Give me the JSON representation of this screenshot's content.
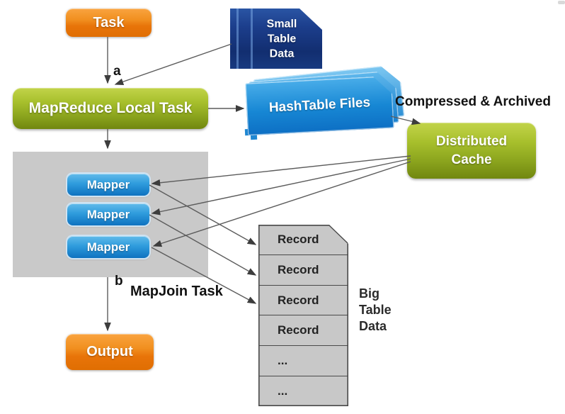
{
  "diagram": {
    "nodes": {
      "task": "Task",
      "small_table_data": "Small Table Data",
      "mapreduce_local_task": "MapReduce Local Task",
      "hashtable_files": "HashTable Files",
      "distributed_cache": "Distributed Cache",
      "mappers": [
        "Mapper",
        "Mapper",
        "Mapper"
      ],
      "big_table": {
        "rows": [
          "Record",
          "Record",
          "Record",
          "Record",
          "...",
          "..."
        ],
        "label": "Big Table Data"
      },
      "output": "Output"
    },
    "labels": {
      "step_a": "a",
      "step_b": "b",
      "mapjoin_task": "MapJoin Task",
      "compressed_archived": "Compressed & Archived"
    },
    "colors": {
      "orange": "#ee7b08",
      "olive_green": "#93ab1e",
      "bright_blue": "#1787d4",
      "navy_blue": "#16377d",
      "container_gray": "#c9c9c9",
      "record_gray": "#c8c8c8",
      "arrow_gray": "#555555"
    }
  }
}
